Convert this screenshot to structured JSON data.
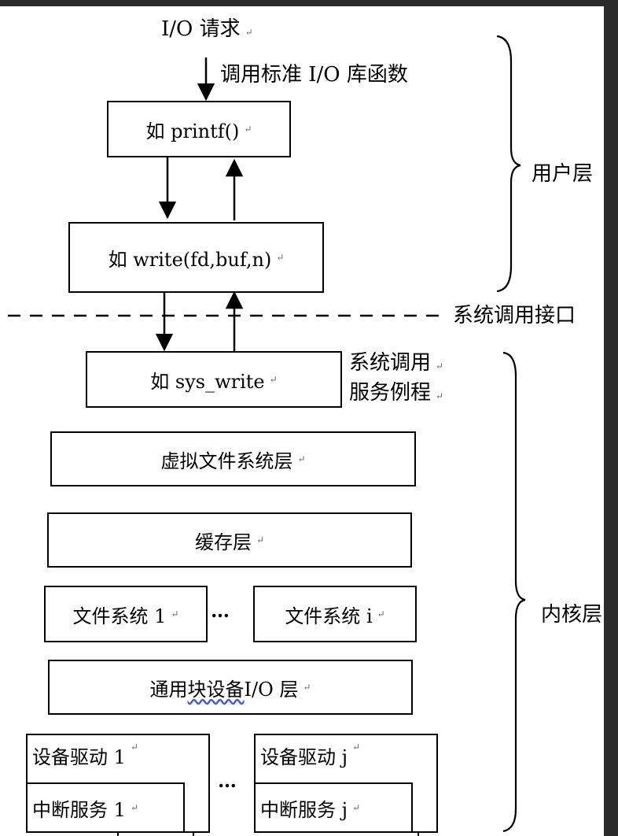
{
  "request_label": "I/O 请求",
  "call_label": "调用标准 I/O 库函数",
  "mark": "↵",
  "user_side_label": "用户层",
  "syscall_interface_label": "系统调用接口",
  "syscall_service_label_line1": "系统调用",
  "syscall_service_label_line2": "服务例程",
  "kernel_side_label": "内核层",
  "boxes": {
    "printf": "如 printf()",
    "write": "如 write(fd,buf,n)",
    "sys_write": "如 sys_write",
    "vfs": "虚拟文件系统层",
    "cache": "缓存层",
    "fs1": "文件系统 1",
    "fs_ellipsis": "…",
    "fsi": "文件系统 i",
    "block_io_prefix": "通用",
    "block_io_wavy": "块设备",
    "block_io_suffix": "I/O 层",
    "drv1": "设备驱动 1",
    "isr1": "中断服务 1",
    "drv_ellipsis": "…",
    "drvj": "设备驱动 j",
    "isrj": "中断服务 j"
  }
}
